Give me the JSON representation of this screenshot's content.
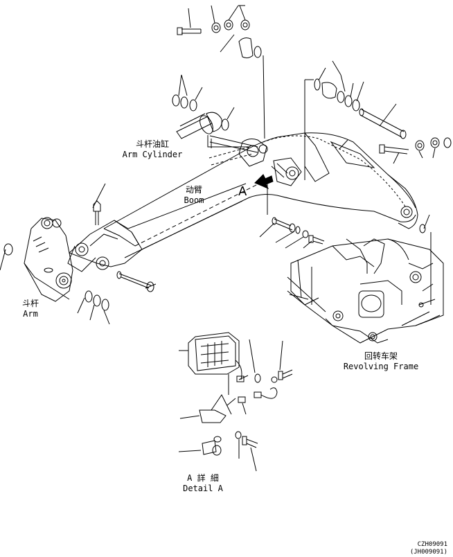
{
  "labels": {
    "arm_cylinder": {
      "cn": "斗杆油缸",
      "en": "Arm Cylinder"
    },
    "boom": {
      "cn": "动臂",
      "en": "Boom"
    },
    "arm": {
      "cn": "斗杆",
      "en": "Arm"
    },
    "revolving_frame": {
      "cn": "回转车架",
      "en": "Revolving Frame"
    },
    "detail": {
      "cn": "A 詳 細",
      "en": "Detail A"
    },
    "view_marker": "A"
  },
  "drawing_codes": [
    "CZH09091",
    "(JH009091)"
  ]
}
